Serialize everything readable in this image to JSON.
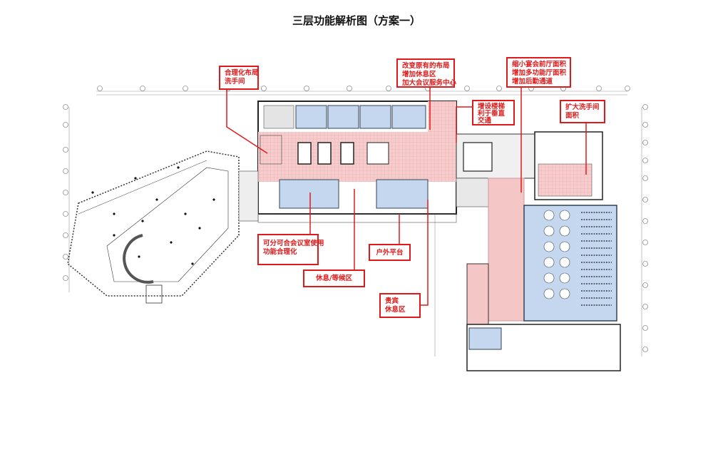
{
  "title": "三层功能解析图（方案一）",
  "colors": {
    "annotation": "#e01a1a",
    "circulation": "#f4c6c6",
    "meeting": "#c5d6ef",
    "wall": "#222222"
  },
  "annotations": [
    {
      "id": "washroom-layout",
      "lines": [
        "合理化布局",
        "洗手间"
      ]
    },
    {
      "id": "service-center",
      "lines": [
        "改变原有的布局",
        "增加休息区",
        "加大会议服务中心"
      ]
    },
    {
      "id": "banquet-foyer",
      "lines": [
        "缩小宴会前厅面积",
        "增加多功能厅面积",
        "增加后勤通道"
      ]
    },
    {
      "id": "new-stair",
      "lines": [
        "增设楼梯",
        "利于垂直",
        "交通"
      ]
    },
    {
      "id": "washroom-enlarge",
      "lines": [
        "扩大洗手间",
        "面积"
      ]
    },
    {
      "id": "divisible-rooms",
      "lines": [
        "可分可合会议室使用",
        "功能合理化"
      ]
    },
    {
      "id": "waiting-area",
      "lines": [
        "休息/等候区"
      ]
    },
    {
      "id": "outdoor-terrace",
      "lines": [
        "户外平台"
      ]
    },
    {
      "id": "vip-lounge",
      "lines": [
        "贵宾",
        "休息区"
      ]
    }
  ]
}
